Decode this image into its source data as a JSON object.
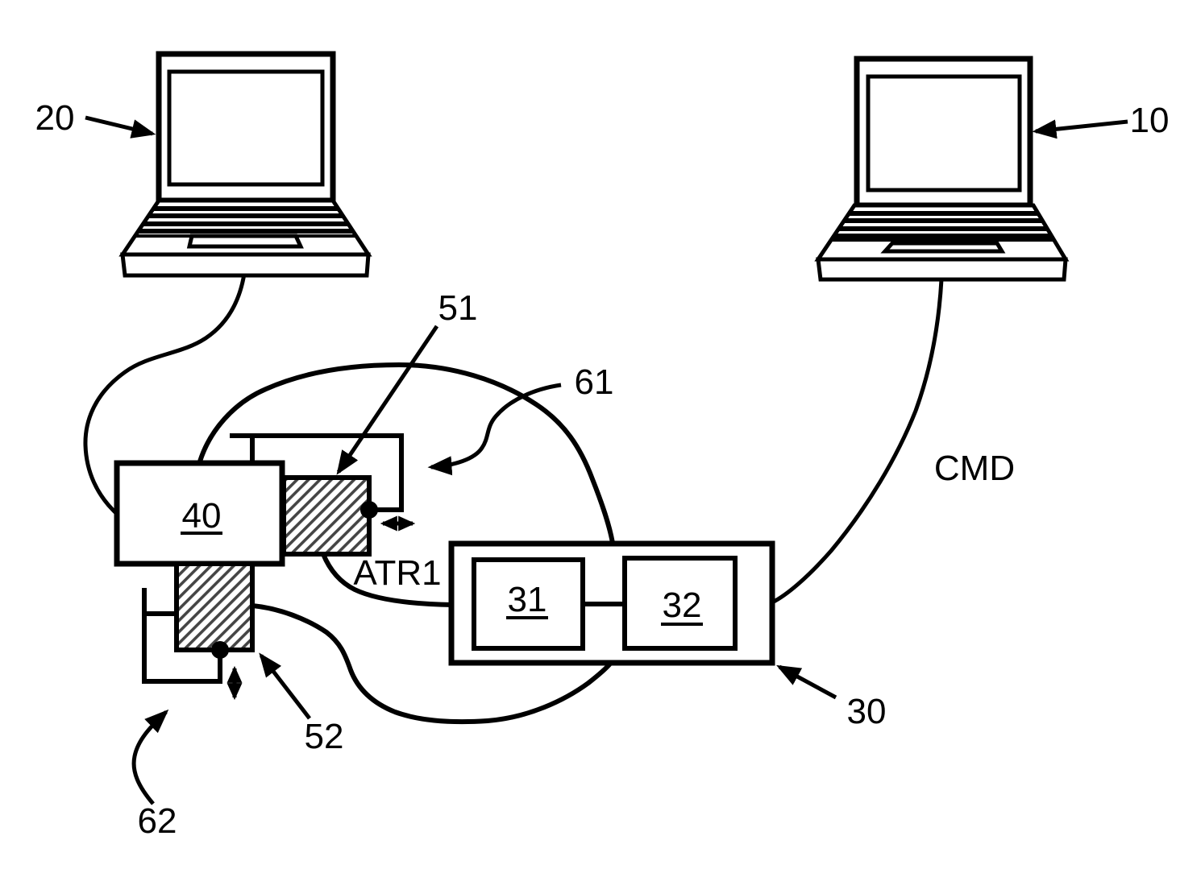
{
  "diagram": {
    "type": "patent-figure",
    "background": "#ffffff",
    "stroke_color": "#000000",
    "hatch_color": "#454545",
    "labels": {
      "ref_20": "20",
      "ref_10": "10",
      "ref_40": "40",
      "ref_30": "30",
      "ref_31": "31",
      "ref_32": "32",
      "ref_51": "51",
      "ref_52": "52",
      "ref_61": "61",
      "ref_62": "62",
      "cmd": "CMD",
      "atr1": "ATR1"
    },
    "icons": [
      "laptop-icon-left",
      "laptop-icon-right",
      "hatched-slider-horizontal",
      "hatched-slider-vertical",
      "double-arrow-horizontal",
      "double-arrow-vertical"
    ]
  }
}
